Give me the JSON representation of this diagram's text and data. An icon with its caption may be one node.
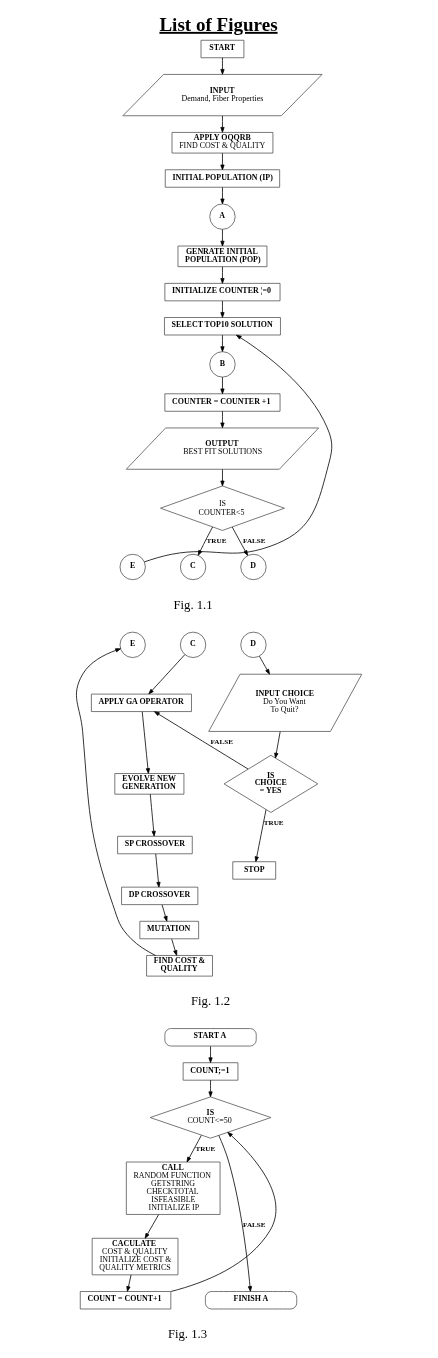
{
  "diagram": {
    "title": "List of Figures",
    "nodes": [
      {
        "text": [
          "START"
        ]
      },
      {
        "text": [
          "INPUT",
          "Demand, Fiber Properties"
        ]
      },
      {
        "text": [
          "APPLY OQQRB",
          "FIND COST & QUALITY"
        ]
      },
      {
        "text": [
          "INITIAL POPULATION (IP)"
        ]
      },
      {
        "text": [
          "A"
        ]
      },
      {
        "text": [
          "GENRATE INITIAL POPULATION (POP)"
        ]
      },
      {
        "text": [
          "INITIALIZE COUNTER ¦=0"
        ]
      },
      {
        "text": [
          "SELECT TOP10 SOLUTION"
        ]
      },
      {
        "text": [
          "B"
        ]
      },
      {
        "text": [
          "COUNTER = COUNTER +1"
        ]
      },
      {
        "text": [
          "OUTPUT",
          "BEST FIT SOLUTIONS"
        ]
      },
      {
        "text": [
          "IS COUNTER<5"
        ]
      },
      {
        "text": [
          "E"
        ]
      },
      {
        "text": [
          "C"
        ]
      },
      {
        "text": [
          "D"
        ]
      },
      {
        "text": [
          "E"
        ]
      },
      {
        "text": [
          "C"
        ]
      },
      {
        "text": [
          "D"
        ]
      },
      {
        "text": [
          "APPLY GA OPERATOR"
        ]
      },
      {
        "text": [
          "EVOLVE NEW GENERATION"
        ]
      },
      {
        "text": [
          "SP CROSSOVER"
        ]
      },
      {
        "text": [
          "DP CROSSOVER"
        ]
      },
      {
        "text": [
          "MUTATION"
        ]
      },
      {
        "text": [
          "FIND COST & QUALITY"
        ]
      },
      {
        "text": [
          "INPUT CHOICE",
          "Do You Want To Quit?"
        ]
      },
      {
        "text": [
          "IS CHOICE = YES"
        ]
      },
      {
        "text": [
          "STOP"
        ]
      },
      {
        "text": [
          "START A"
        ]
      },
      {
        "text": [
          "COUNT;=1"
        ]
      },
      {
        "text": [
          "IS",
          "COUNT<=50"
        ]
      },
      {
        "text": [
          "CALL",
          "RANDOM FUNCTION",
          "GETSTRING",
          "CHECKTOTAL",
          "ISFEASIBLE",
          "INITIALIZE IP"
        ]
      },
      {
        "text": [
          "CACULATE",
          "COST & QUALITY",
          "INITIALIZE COST & QUALITY METRICS"
        ]
      },
      {
        "text": [
          "COUNT = COUNT+1"
        ]
      },
      {
        "text": [
          "FINISH A"
        ]
      }
    ],
    "edges": [
      {
        "from": 0,
        "to": 1,
        "arrow": "to"
      },
      {
        "from": 1,
        "to": 2,
        "arrow": "to"
      },
      {
        "from": 2,
        "to": 3,
        "arrow": "to"
      },
      {
        "from": 3,
        "to": 4,
        "arrow": "to"
      },
      {
        "from": 4,
        "to": 5,
        "arrow": "to"
      },
      {
        "from": 5,
        "to": 6,
        "arrow": "to"
      },
      {
        "from": 6,
        "to": 7,
        "arrow": "to"
      },
      {
        "from": 7,
        "to": 8,
        "arrow": "to"
      },
      {
        "from": 8,
        "to": 9,
        "arrow": "to"
      },
      {
        "from": 9,
        "to": 10,
        "arrow": "to"
      },
      {
        "from": 10,
        "to": 11,
        "arrow": "to"
      },
      {
        "from": 11,
        "to": 13,
        "arrow": "to",
        "label": "TRUE"
      },
      {
        "from": 11,
        "to": 14,
        "arrow": "to",
        "label": "FALSE"
      },
      {
        "from": 12,
        "to": 7,
        "arrow": "to"
      },
      {
        "from": 16,
        "to": 18,
        "arrow": "to"
      },
      {
        "from": 18,
        "to": 19,
        "arrow": "to"
      },
      {
        "from": 19,
        "to": 20,
        "arrow": "to"
      },
      {
        "from": 20,
        "to": 21,
        "arrow": "to"
      },
      {
        "from": 21,
        "to": 22,
        "arrow": "to"
      },
      {
        "from": 22,
        "to": 23,
        "arrow": "to"
      },
      {
        "from": 23,
        "to": 15,
        "arrow": "to"
      },
      {
        "from": 17,
        "to": 24,
        "arrow": "to"
      },
      {
        "from": 24,
        "to": 25,
        "arrow": "to"
      },
      {
        "from": 25,
        "to": 26,
        "arrow": "to",
        "label": "TRUE"
      },
      {
        "from": 25,
        "to": 18,
        "arrow": "to",
        "label": "FALSE"
      },
      {
        "from": 27,
        "to": 28,
        "arrow": "to"
      },
      {
        "from": 28,
        "to": 29,
        "arrow": "to"
      },
      {
        "from": 29,
        "to": 30,
        "arrow": "to",
        "label": "TRUE"
      },
      {
        "from": 30,
        "to": 31,
        "arrow": "to"
      },
      {
        "from": 31,
        "to": 32,
        "arrow": "to"
      },
      {
        "from": 32,
        "to": 29,
        "arrow": "to"
      },
      {
        "from": 29,
        "to": 33,
        "arrow": "to",
        "label": "FALSE"
      }
    ],
    "labels": [
      "Fig. 1.1",
      "Fig. 1.2",
      "Fig. 1.3"
    ]
  }
}
